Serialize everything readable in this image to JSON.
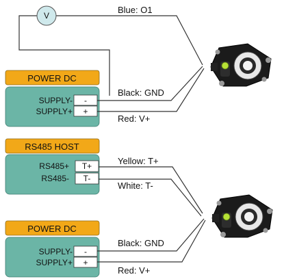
{
  "voltmeter": {
    "label": "V"
  },
  "wires": {
    "blue": "Blue: O1",
    "black_top": "Black: GND",
    "red_top": "Red: V+",
    "yellow": "Yellow: T+",
    "white": "White: T-",
    "black_bottom": "Black: GND",
    "red_bottom": "Red: V+"
  },
  "power_top": {
    "title": "POWER DC",
    "rows": [
      {
        "label": "SUPPLY-",
        "terminal": "-"
      },
      {
        "label": "SUPPLY+",
        "terminal": "+"
      }
    ]
  },
  "rs485": {
    "title": "RS485 HOST",
    "rows": [
      {
        "label": "RS485+",
        "terminal": "T+"
      },
      {
        "label": "RS485-",
        "terminal": "T-"
      }
    ]
  },
  "power_bottom": {
    "title": "POWER DC",
    "rows": [
      {
        "label": "SUPPLY-",
        "terminal": "-"
      },
      {
        "label": "SUPPLY+",
        "terminal": "+"
      }
    ]
  },
  "colors": {
    "header": "#f2a818",
    "body": "#6bb5a6",
    "voltmeter": "#cfe9ec",
    "level_bubble": "#b7e236"
  }
}
